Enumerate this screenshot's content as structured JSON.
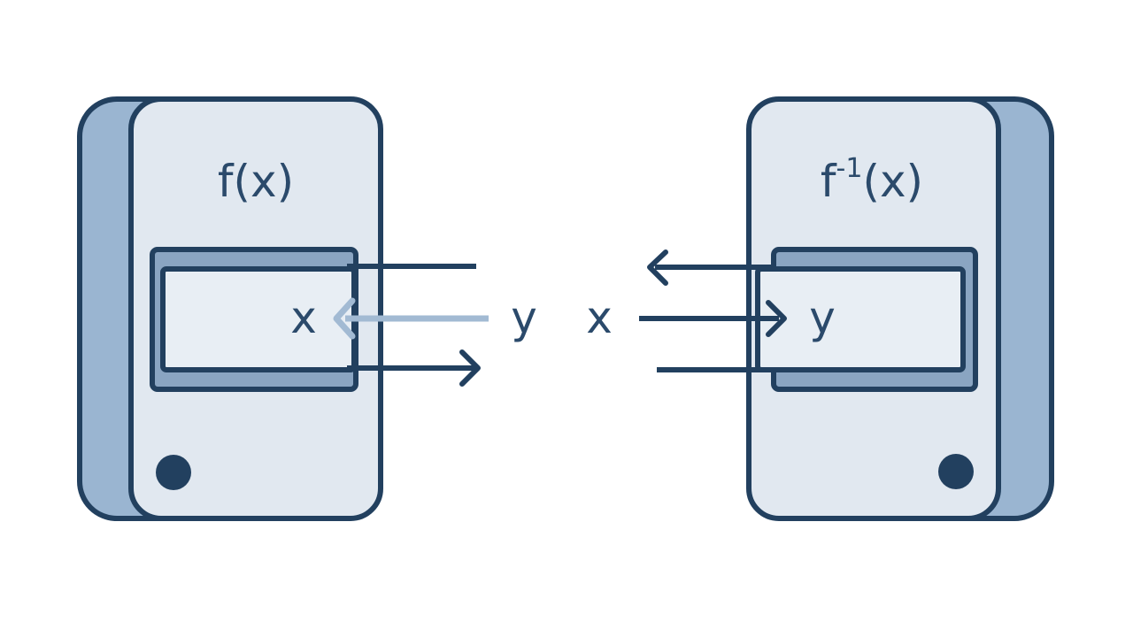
{
  "left_machine": {
    "title": "f(x)",
    "slot_label": "x",
    "outside_label": "y"
  },
  "right_machine": {
    "title_base": "f",
    "title_sup": "-1",
    "title_rest": "(x)",
    "slot_label": "y",
    "outside_label": "x"
  },
  "colors": {
    "outline": "#22405f",
    "face": "#e1e8f0",
    "side": "#9ab5d1",
    "arrow_light": "#a2bad3"
  }
}
